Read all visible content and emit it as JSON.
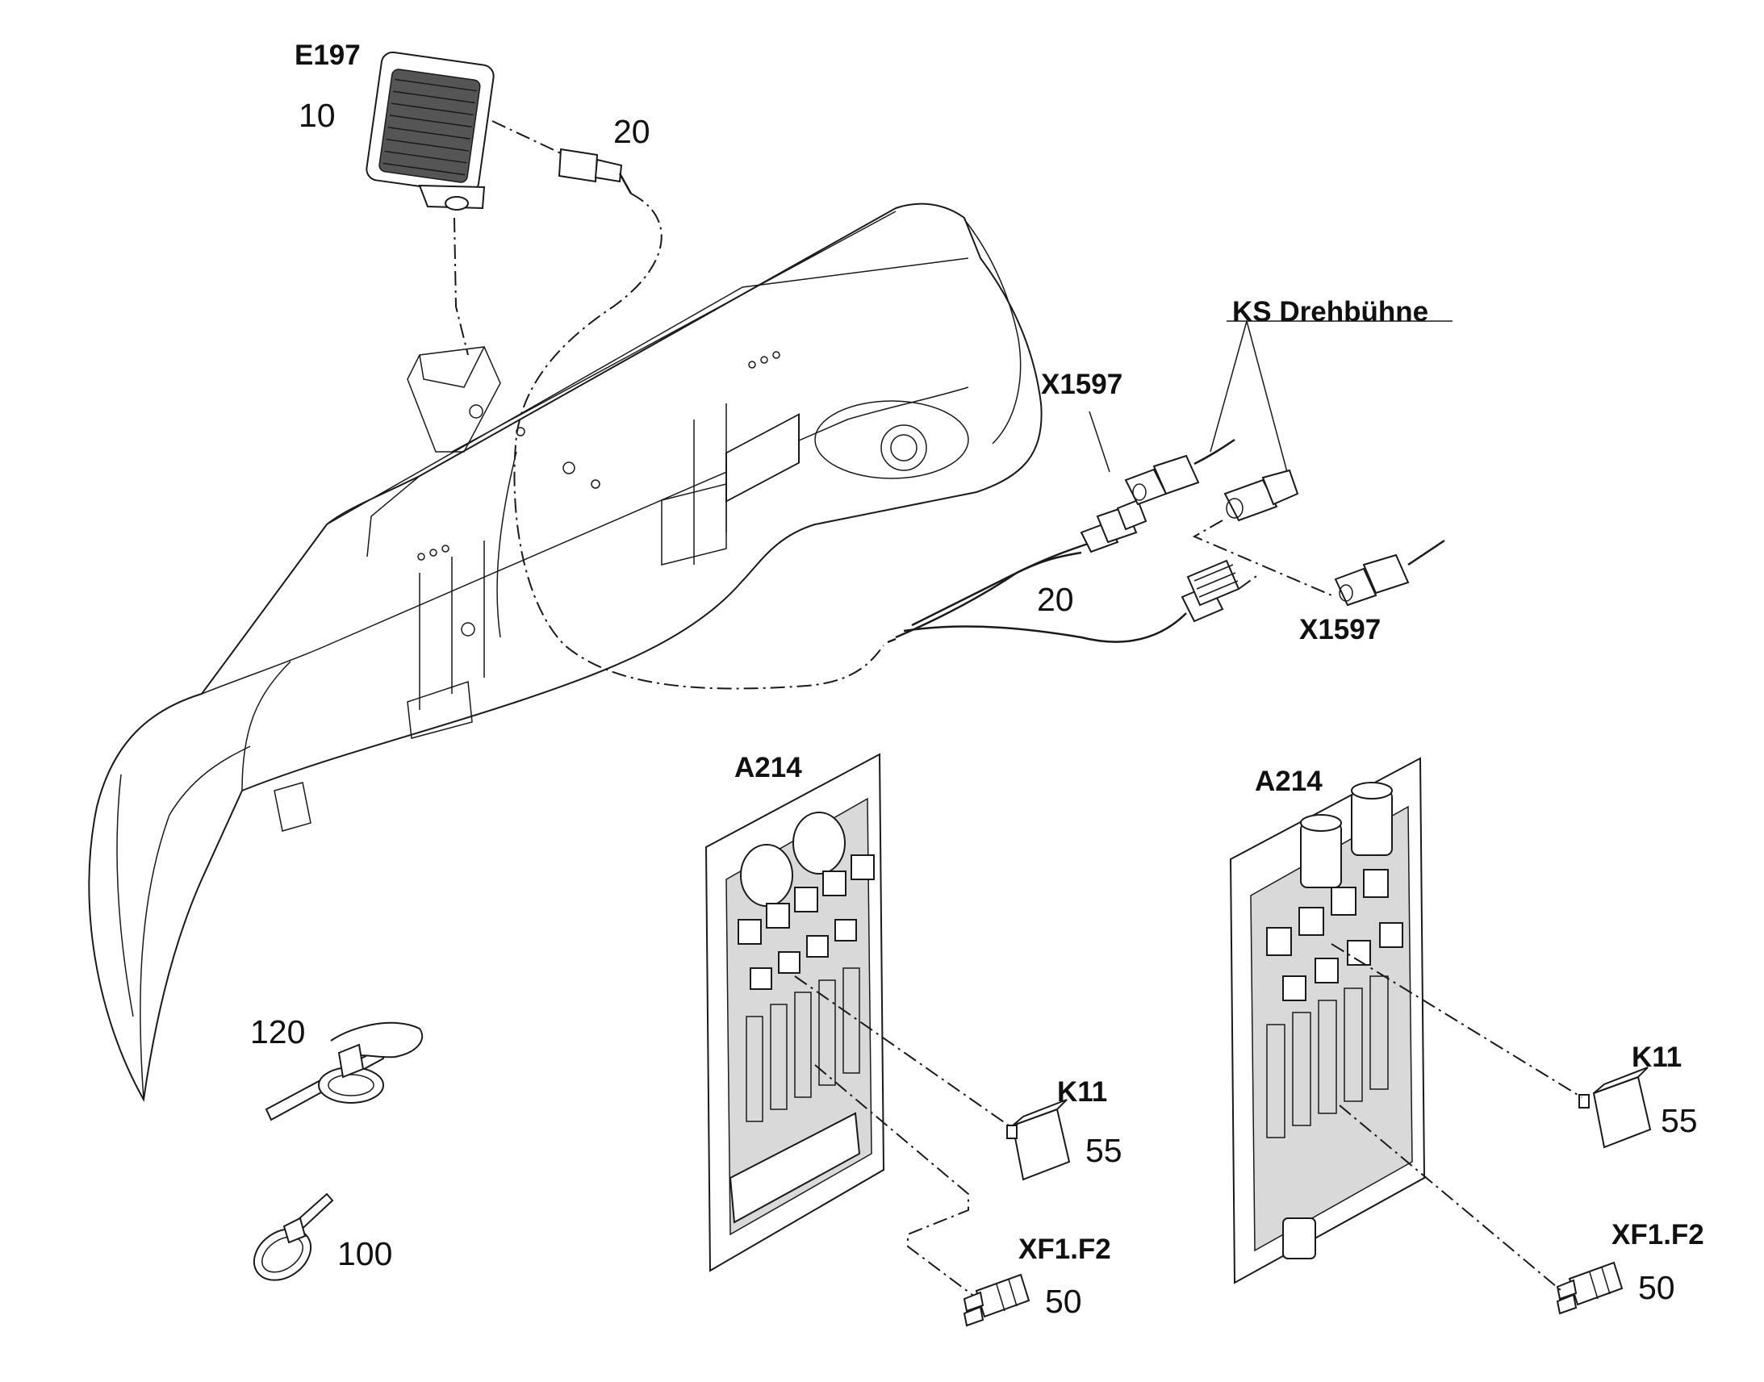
{
  "labels": {
    "e197": "E197",
    "num_10": "10",
    "num_20_top": "20",
    "ks_drehbuehne": "KS Drehbühne",
    "x1597_top": "X1597",
    "x1597_bottom": "X1597",
    "num_20_mid": "20",
    "a214_left": "A214",
    "a214_right": "A214",
    "k11_left": "K11",
    "num_55_left": "55",
    "xf1f2_left": "XF1.F2",
    "num_50_left": "50",
    "k11_right": "K11",
    "num_55_right": "55",
    "xf1f2_right": "XF1.F2",
    "num_50_right": "50",
    "num_120": "120",
    "num_100": "100"
  }
}
